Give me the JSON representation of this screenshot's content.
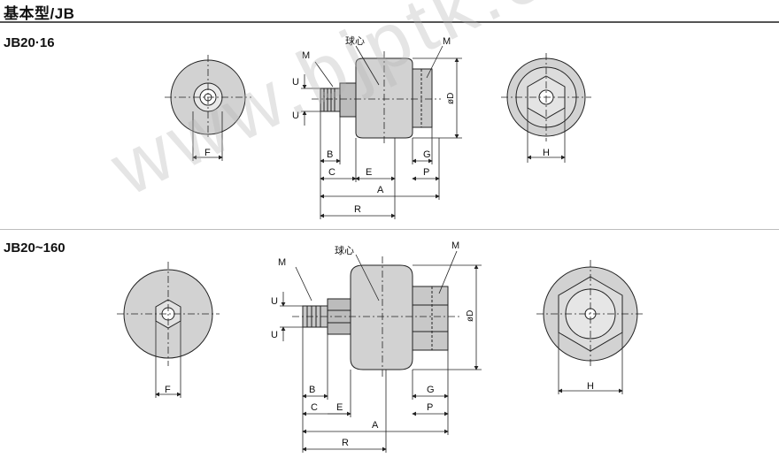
{
  "header": {
    "title": "基本型/JB"
  },
  "models": [
    {
      "name": "JB20·16"
    },
    {
      "name": "JB20~160"
    }
  ],
  "labels": {
    "ball_center": "球心",
    "M": "M",
    "U": "U",
    "B": "B",
    "C": "C",
    "E": "E",
    "A": "A",
    "R": "R",
    "G": "G",
    "P": "P",
    "D": "øD",
    "F": "F",
    "H": "H"
  },
  "watermark": "www.bjptk.com",
  "colors": {
    "body_fill": "#d2d2d2",
    "line": "#222222",
    "rule": "#555555"
  }
}
